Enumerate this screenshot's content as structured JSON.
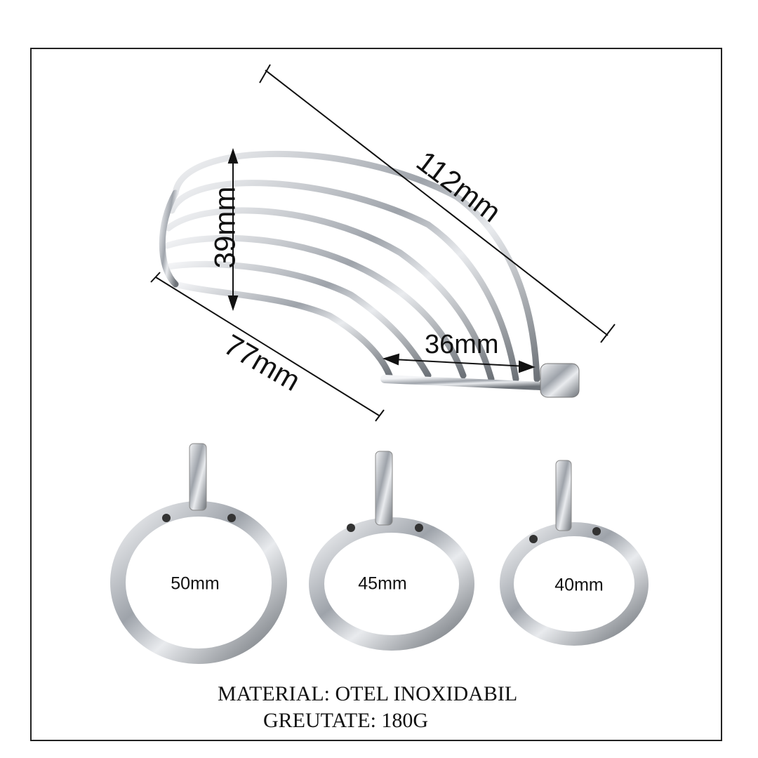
{
  "dimensions": {
    "length": "112mm",
    "height": "39mm",
    "base": "77mm",
    "opening": "36mm"
  },
  "rings": [
    {
      "label": "50mm"
    },
    {
      "label": "45mm"
    },
    {
      "label": "40mm"
    }
  ],
  "caption": {
    "material": "MATERIAL: OTEL INOXIDABIL",
    "weight": "GREUTATE: 180G"
  },
  "colors": {
    "metal": "#b8bcc2",
    "frame": "#222222"
  }
}
